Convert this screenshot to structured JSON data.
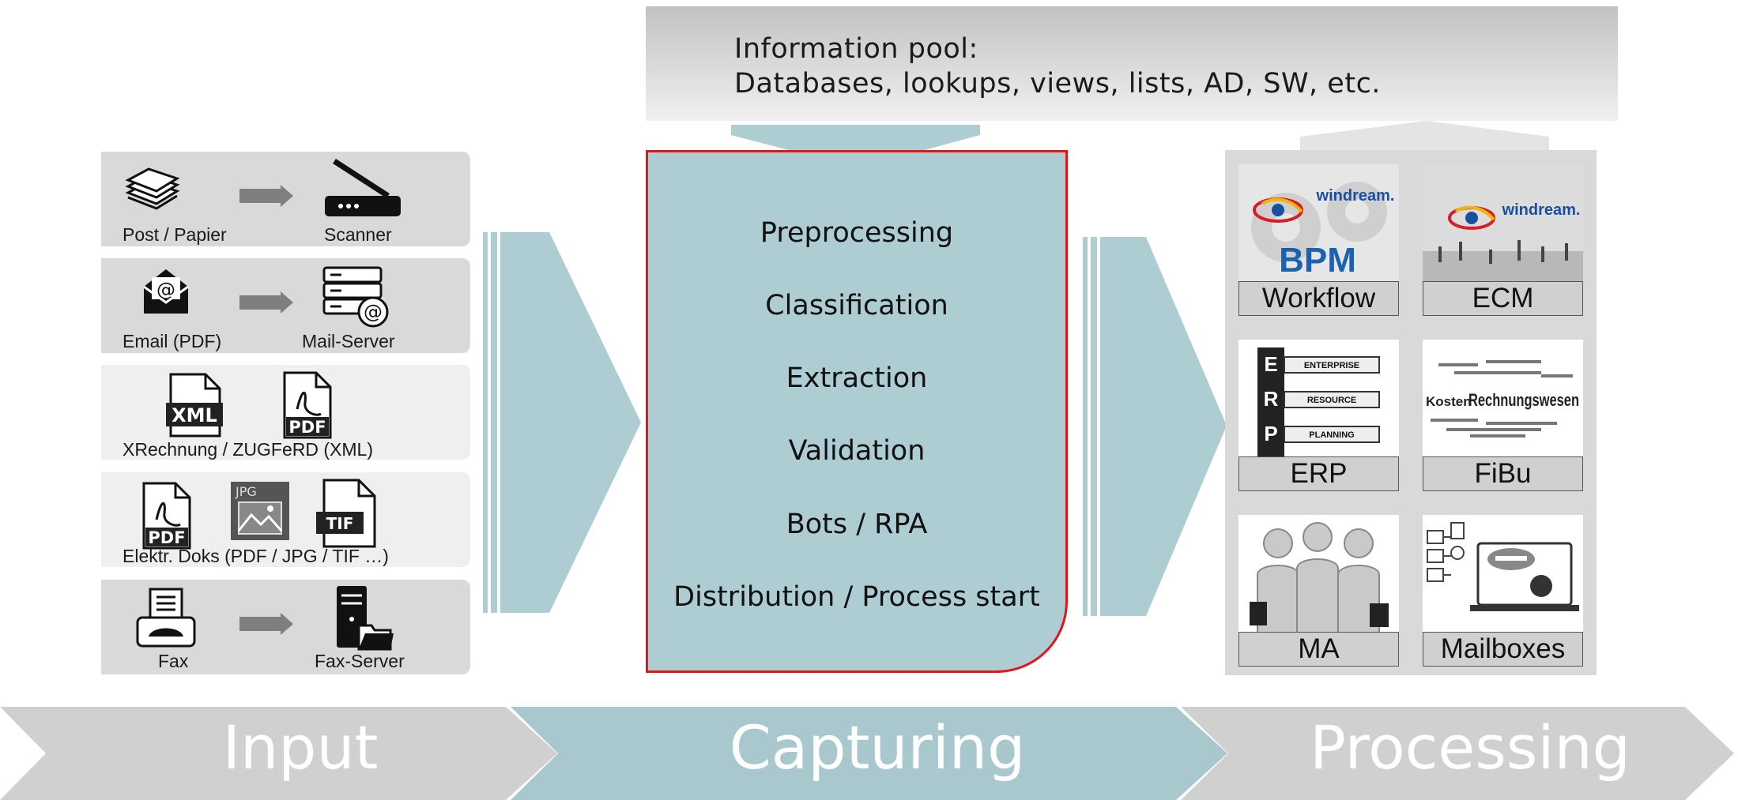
{
  "info_pool": {
    "line1": "Information pool:",
    "line2": "Databases, lookups, views, lists, AD, SW, etc."
  },
  "input": {
    "rows": [
      {
        "left_caption": "Post / Papier",
        "right_caption": "Scanner",
        "left_icon": "paper-stack-icon",
        "right_icon": "scanner-icon"
      },
      {
        "left_caption": "Email (PDF)",
        "right_caption": "Mail-Server",
        "left_icon": "email-envelope-icon",
        "right_icon": "mail-server-icon"
      },
      {
        "caption": "XRechnung / ZUGFeRD (XML)",
        "icons": [
          "xml-file-icon",
          "pdf-file-icon"
        ],
        "icon_texts": [
          "XML",
          "PDF"
        ]
      },
      {
        "caption": "Elektr. Doks (PDF / JPG / TIF …)",
        "icons": [
          "pdf-file-icon",
          "jpg-file-icon",
          "tif-file-icon"
        ],
        "icon_texts": [
          "PDF",
          "JPG",
          "TIF"
        ]
      },
      {
        "left_caption": "Fax",
        "right_caption": "Fax-Server",
        "left_icon": "fax-icon",
        "right_icon": "fax-server-icon"
      }
    ]
  },
  "capturing": {
    "steps": [
      "Preprocessing",
      "Classification",
      "Extraction",
      "Validation",
      "Bots / RPA",
      "Distribution / Process start"
    ]
  },
  "processing": {
    "tiles": [
      {
        "label": "Workflow",
        "image": "windream-bpm-image",
        "logo": "windream.",
        "text": "BPM"
      },
      {
        "label": "ECM",
        "image": "windream-ecm-image",
        "logo": "windream."
      },
      {
        "label": "ERP",
        "image": "erp-signpost-image",
        "letters": [
          "E",
          "R",
          "P"
        ],
        "signs": [
          "ENTERPRISE",
          "RESOURCE",
          "PLANNING"
        ]
      },
      {
        "label": "FiBu",
        "image": "rechnungswesen-wordcloud-image",
        "words": [
          "Kosten",
          "Rechnungswesen"
        ]
      },
      {
        "label": "MA",
        "image": "business-people-image"
      },
      {
        "label": "Mailboxes",
        "image": "mailbox-computer-image"
      }
    ]
  },
  "stages": [
    "Input",
    "Capturing",
    "Processing"
  ],
  "colors": {
    "teal": "#aecdd3",
    "stage_grey": "#d0d0d0",
    "stage_teal": "#a9c8ce",
    "border_red": "#e0161b"
  }
}
